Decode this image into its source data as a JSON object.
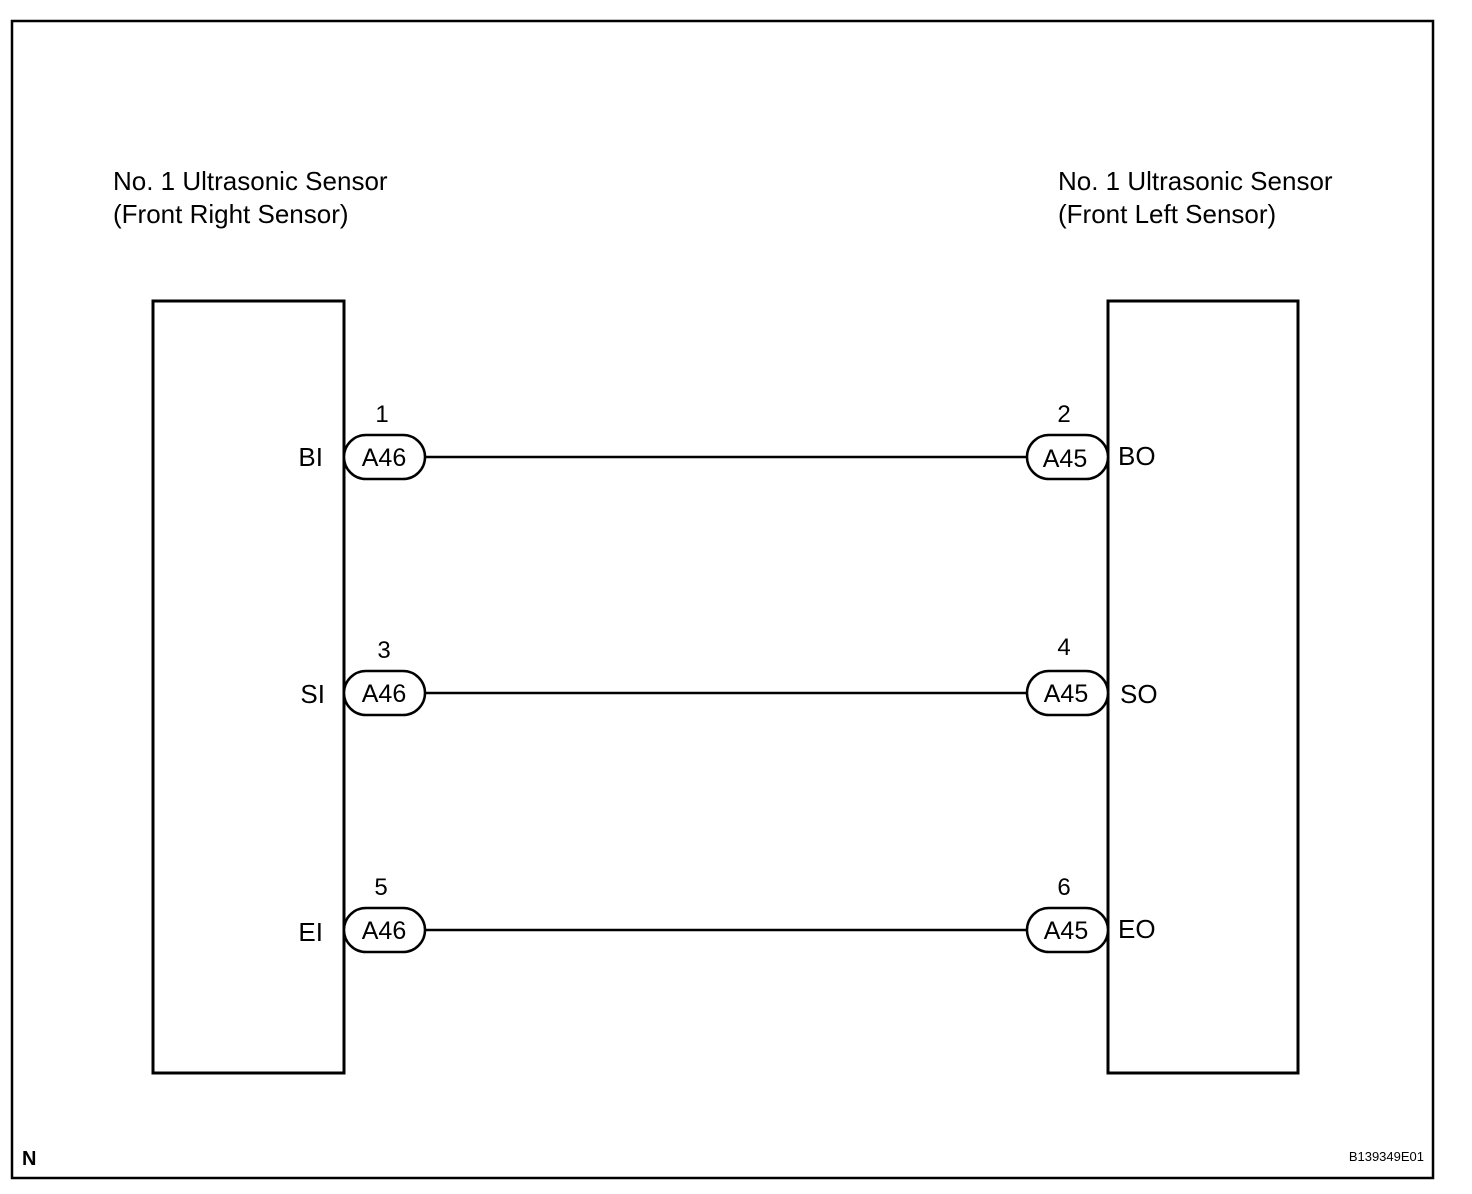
{
  "left_component": {
    "title_line1": "No. 1 Ultrasonic Sensor",
    "title_line2": "(Front Right Sensor)"
  },
  "right_component": {
    "title_line1": "No. 1 Ultrasonic Sensor",
    "title_line2": "(Front Left Sensor)"
  },
  "wires": [
    {
      "left_pin_label": "BI",
      "left_pin_number": "1",
      "left_connector": "A46",
      "right_pin_label": "BO",
      "right_pin_number": "2",
      "right_connector": "A45"
    },
    {
      "left_pin_label": "SI",
      "left_pin_number": "3",
      "left_connector": "A46",
      "right_pin_label": "SO",
      "right_pin_number": "4",
      "right_connector": "A45"
    },
    {
      "left_pin_label": "EI",
      "left_pin_number": "5",
      "left_connector": "A46",
      "right_pin_label": "EO",
      "right_pin_number": "6",
      "right_connector": "A45"
    }
  ],
  "corner_mark": "N",
  "figure_id": "B139349E01"
}
